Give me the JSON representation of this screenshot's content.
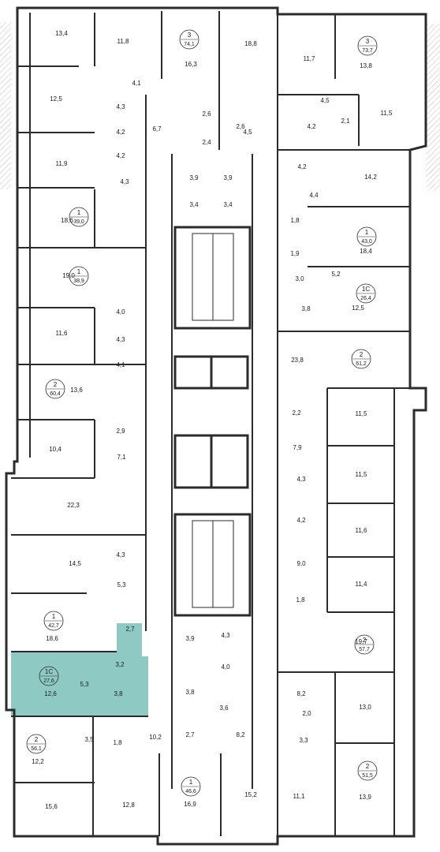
{
  "plan": {
    "highlight_color": "#8ec9c4",
    "wall_color": "#2b2b2b",
    "hatch_color": "#bdbdbd",
    "apartments": [
      {
        "id": "a1",
        "type": "3",
        "area": "74,1"
      },
      {
        "id": "a2",
        "type": "3",
        "area": "73,7"
      },
      {
        "id": "a3",
        "type": "1",
        "area": "39,0"
      },
      {
        "id": "a4",
        "type": "1",
        "area": "43,0"
      },
      {
        "id": "a5",
        "type": "1",
        "area": "38,9"
      },
      {
        "id": "a6",
        "type": "1С",
        "area": "26,4"
      },
      {
        "id": "a7",
        "type": "2",
        "area": "61,2"
      },
      {
        "id": "a8",
        "type": "2",
        "area": "60,4"
      },
      {
        "id": "a9",
        "type": "1",
        "area": "42,7"
      },
      {
        "id": "a10",
        "type": "2",
        "area": "57,7"
      },
      {
        "id": "a11",
        "type": "1С",
        "area": "27,6",
        "highlighted": true
      },
      {
        "id": "a12",
        "type": "2",
        "area": "56,1"
      },
      {
        "id": "a13",
        "type": "1",
        "area": "46,6"
      },
      {
        "id": "a14",
        "type": "2",
        "area": "51,5"
      }
    ],
    "rooms": [
      "13,4",
      "11,8",
      "16,3",
      "18,8",
      "11,7",
      "13,8",
      "4,1",
      "12,5",
      "4,3",
      "4,2",
      "6,7",
      "2,6",
      "2,4",
      "2,6",
      "4,5",
      "4,5",
      "4,2",
      "2,1",
      "11,5",
      "11,9",
      "4,2",
      "4,3",
      "3,9",
      "3,9",
      "3,4",
      "3,4",
      "4,2",
      "14,2",
      "4,4",
      "18,6",
      "1,8",
      "18,4",
      "1,9",
      "19,0",
      "3,0",
      "5,2",
      "3,8",
      "12,5",
      "4,0",
      "11,6",
      "4,3",
      "23,8",
      "4,1",
      "13,6",
      "2,2",
      "11,5",
      "2,9",
      "10,4",
      "7,1",
      "7,9",
      "11,5",
      "4,3",
      "4,2",
      "22,3",
      "11,6",
      "14,5",
      "4,3",
      "9,0",
      "5,3",
      "11,4",
      "1,8",
      "18,6",
      "2,7",
      "19,7",
      "3,9",
      "4,3",
      "4,0",
      "3,2",
      "5,3",
      "12,6",
      "3,8",
      "3,8",
      "3,6",
      "8,2",
      "13,0",
      "2,0",
      "3,5",
      "1,8",
      "10,2",
      "2,7",
      "8,2",
      "3,3",
      "12,2",
      "15,6",
      "12,8",
      "16,9",
      "15,2",
      "11,1",
      "13,9"
    ]
  }
}
